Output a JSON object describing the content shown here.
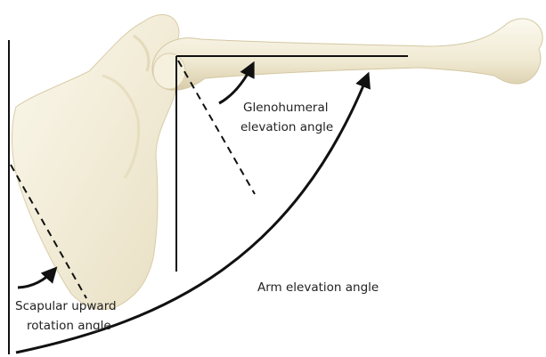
{
  "labels": {
    "glenohumeral_line1": "Glenohumeral",
    "glenohumeral_line2": "elevation angle",
    "arm_elevation": "Arm elevation angle",
    "scapular_line1": "Scapular upward",
    "scapular_line2": "rotation angle"
  },
  "colors": {
    "background": "#ffffff",
    "bone": "#f3eedb",
    "bone_shadow": "#d9cfae",
    "line": "#111111"
  },
  "icons": {
    "humerus": "humerus-bone",
    "scapula": "scapula-bone"
  }
}
